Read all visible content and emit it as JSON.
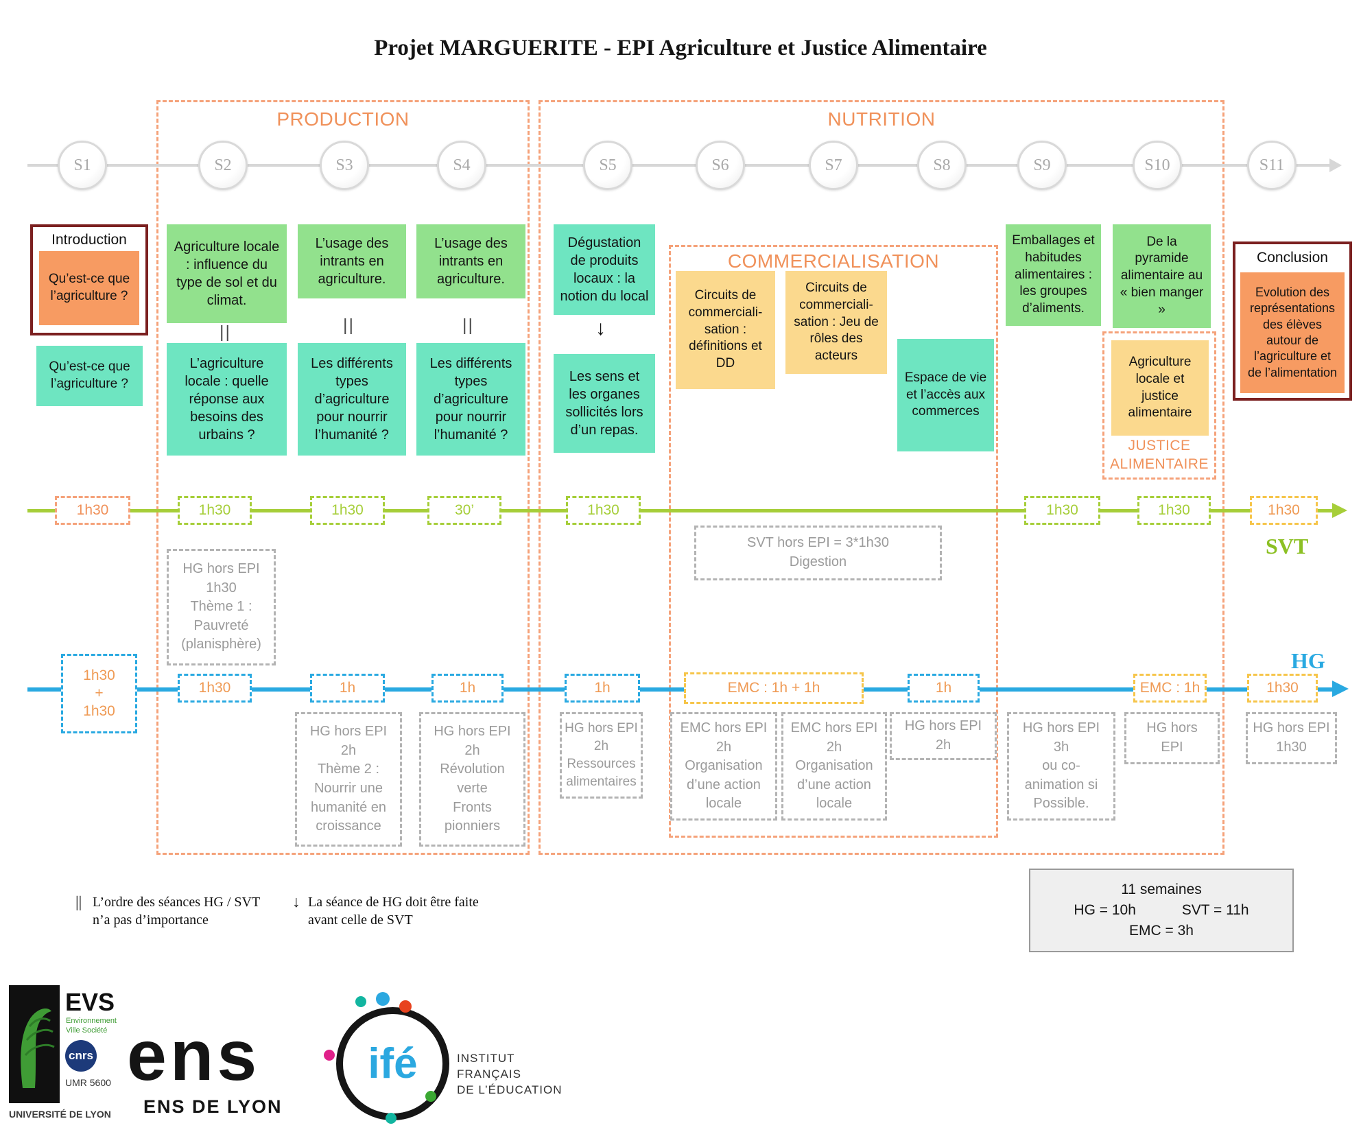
{
  "title": "Projet MARGUERITE  - EPI Agriculture et Justice Alimentaire",
  "sessions": [
    "S1",
    "S2",
    "S3",
    "S4",
    "S5",
    "S6",
    "S7",
    "S8",
    "S9",
    "S10",
    "S11"
  ],
  "phases": {
    "production": "PRODUCTION",
    "nutrition": "NUTRITION",
    "commercialisation": "COMMERCIALISATION",
    "justice": "JUSTICE\nALIMENTAIRE"
  },
  "intro": {
    "label": "Introduction",
    "question": "Qu’est-ce que l’agriculture ?",
    "question2": "Qu’est-ce que l’agriculture ?"
  },
  "conclusion": {
    "label": "Conclusion",
    "text": "Evolution des représentations des élèves autour de l’agriculture et de l’alimentation"
  },
  "cards": {
    "s2_top": "Agriculture locale : influence du type de sol et du climat.",
    "s3_top": "L’usage des intrants en agriculture.",
    "s4_top": "L’usage des intrants en agriculture.",
    "s5_top": "Dégustation de produits locaux : la notion du local",
    "s9_top": "Emballages et habitudes alimentaires : les groupes d’aliments.",
    "s10_top": "De la pyramide alimentaire au « bien manger »",
    "s2_bot": "L’agriculture locale : quelle réponse aux besoins des urbains ?",
    "s3_bot": "Les différents types d’agriculture pour nourrir l’humanité ?",
    "s4_bot": "Les différents types d’agriculture pour nourrir l’humanité ?",
    "s5_bot": "Les sens et les organes sollicités lors d’un repas.",
    "commerce_def": "Circuits de commerciali-sation : définitions et DD",
    "commerce_jeu": "Circuits de commerciali-sation : Jeu de rôles des acteurs",
    "espace": "Espace de vie et l’accès aux commerces",
    "justice_card": "Agriculture locale et justice alimentaire"
  },
  "connector": {
    "order": "||",
    "arrow": "↓"
  },
  "svt": {
    "label": "SVT",
    "d_intro": "1h30",
    "d_s2": "1h30",
    "d_s3": "1h30",
    "d_s4": "30’",
    "d_s5": "1h30",
    "d_s9": "1h30",
    "d_s10": "1h30",
    "d_s11": "1h30",
    "hors": "SVT hors EPI = 3*1h30\nDigestion"
  },
  "hg": {
    "label": "HG",
    "d_intro": "1h30\n+\n1h30",
    "d_s2": "1h30",
    "d_s3": "1h",
    "d_s4": "1h",
    "d_s5": "1h",
    "d_emc": "EMC : 1h + 1h",
    "d_s8": "1h",
    "d_emc2": "EMC : 1h",
    "d_s11": "1h30",
    "theme1": "HG hors EPI\n1h30\nThème 1 :\nPauvreté\n(planisphère)",
    "hors_s3": "HG hors EPI\n2h\nThème 2 :\nNourrir une\nhumanité en\ncroissance",
    "hors_s4": "HG hors EPI\n2h\nRévolution\nverte\nFronts\npionniers",
    "hors_s5": "HG hors EPI\n2h\nRessources\nalimentaires",
    "hors_emc1": "EMC hors EPI\n2h\nOrganisation\nd’une action\nlocale",
    "hors_emc2": "EMC hors EPI\n2h\nOrganisation\nd’une action\nlocale",
    "hors_s8": "HG hors EPI\n2h",
    "hors_s9": "HG hors EPI\n3h\nou co-\nanimation si\nPossible.",
    "hors_s10": "HG hors\nEPI",
    "hors_s11": "HG hors EPI\n1h30"
  },
  "legend": {
    "sym1": "||",
    "text1": "L’ordre des séances HG / SVT\nn’a pas d’importance",
    "sym2": "↓",
    "text2": "La séance de HG doit être faite\navant celle de SVT"
  },
  "summary": {
    "weeks": "11 semaines",
    "hg": "HG = 10h",
    "svt": "SVT = 11h",
    "emc": "EMC = 3h"
  },
  "footer": {
    "evs": "EVS",
    "evs_sub": "Environnement\nVille Société",
    "cnrs": "cnrs",
    "umr": "UMR 5600",
    "univ": "UNIVERSITÉ DE LYON",
    "ens": "ens",
    "ens_label": "ENS DE LYON",
    "ife": "ifé",
    "ife_label": "INSTITUT\nFRANÇAIS\nDE L’ÉDUCATION"
  },
  "colors": {
    "green_box": "#92e18d",
    "teal_box": "#6ee5c1",
    "orange_box": "#f79b62",
    "yellow_box": "#fbd98e",
    "phase_orange": "#f0915a",
    "svt_green": "#a6ce39",
    "hg_blue": "#29a9e1",
    "maroon": "#7b2020",
    "gray_dash": "#b3b3b3",
    "gold_dash": "#f6c54a"
  }
}
